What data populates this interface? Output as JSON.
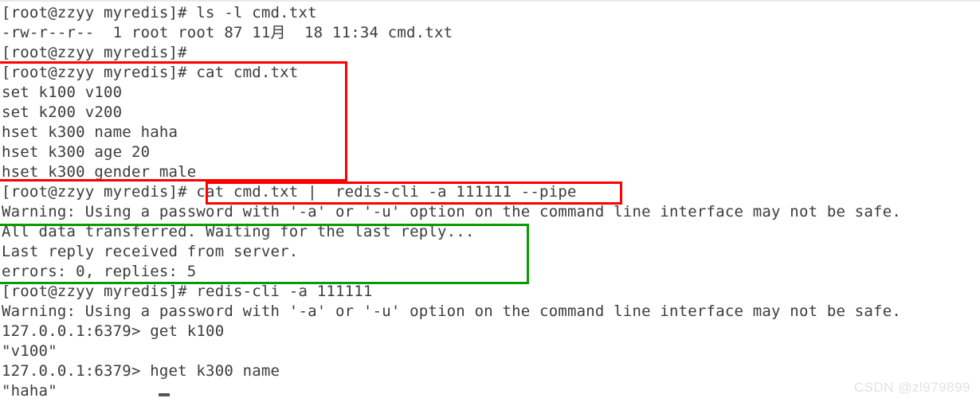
{
  "terminal": {
    "app": "linux-terminal",
    "prompt": "[root@zzyy myredis]#",
    "background_color": "#ffffff",
    "text_color": "#3c3c3c",
    "lines": [
      {
        "id": "line-1",
        "type": "prompt",
        "text": "[root@zzyy myredis]# ls -l cmd.txt"
      },
      {
        "id": "line-2",
        "type": "output",
        "text": "-rw-r--r--  1 root root 87 11月  18 11:34 cmd.txt"
      },
      {
        "id": "line-3",
        "type": "prompt",
        "text": "[root@zzyy myredis]#"
      },
      {
        "id": "line-4",
        "type": "prompt",
        "text": "[root@zzyy myredis]# cat cmd.txt"
      },
      {
        "id": "line-5",
        "type": "output",
        "text": "set k100 v100"
      },
      {
        "id": "line-6",
        "type": "output",
        "text": "set k200 v200"
      },
      {
        "id": "line-7",
        "type": "output",
        "text": "hset k300 name haha"
      },
      {
        "id": "line-8",
        "type": "output",
        "text": "hset k300 age 20"
      },
      {
        "id": "line-9",
        "type": "output",
        "text": "hset k300 gender male"
      },
      {
        "id": "line-10",
        "type": "prompt",
        "text": "[root@zzyy myredis]# cat cmd.txt |  redis-cli -a 111111 --pipe"
      },
      {
        "id": "line-11",
        "type": "warning",
        "text": "Warning: Using a password with '-a' or '-u' option on the command line interface may not be safe."
      },
      {
        "id": "line-12",
        "type": "output",
        "text": "All data transferred. Waiting for the last reply..."
      },
      {
        "id": "line-13",
        "type": "output",
        "text": "Last reply received from server."
      },
      {
        "id": "line-14",
        "type": "output",
        "text": "errors: 0, replies: 5"
      },
      {
        "id": "line-15",
        "type": "prompt",
        "text": "[root@zzyy myredis]# redis-cli -a 111111"
      },
      {
        "id": "line-16",
        "type": "warning",
        "text": "Warning: Using a password with '-a' or '-u' option on the command line interface may not be safe."
      },
      {
        "id": "line-17",
        "type": "prompt",
        "text": "127.0.0.1:6379> get k100"
      },
      {
        "id": "line-18",
        "type": "output",
        "text": "\"v100\""
      },
      {
        "id": "line-19",
        "type": "prompt",
        "text": "127.0.0.1:6379> hget k300 name"
      },
      {
        "id": "line-20",
        "type": "output",
        "text": "\"haha\""
      }
    ]
  },
  "annotations": [
    {
      "id": "box-cat-contents",
      "label": "cat-cmd-txt-contents-box",
      "color": "#ff0000",
      "covers": "[root@zzyy myredis]# cat cmd.txt / set k100 v100 / set k200 v200 / hset k300 name haha / hset k300 age 20 / hset k300 gender male"
    },
    {
      "id": "box-pipe-cmd",
      "label": "pipe-command-box",
      "color": "#ff0000",
      "covers": "cat cmd.txt |  redis-cli -a 111111 --pipe"
    },
    {
      "id": "box-pipe-output",
      "label": "pipe-result-box",
      "color": "#0a9b0a",
      "covers": "All data transferred. Waiting for the last reply... / Last reply received from server. / errors: 0, replies: 5"
    }
  ],
  "watermark": {
    "text": "CSDN @zl979899",
    "color": "#e2e2e2"
  }
}
